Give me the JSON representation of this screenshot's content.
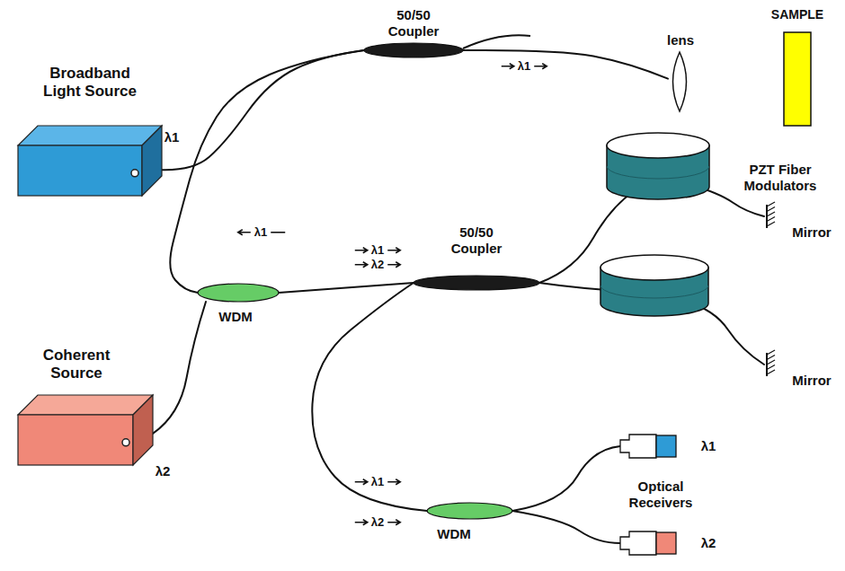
{
  "diagram": {
    "nodes": [
      {
        "text": [
          "Broadband Light Source",
          "λ1"
        ]
      },
      {
        "text": [
          "50/50 Coupler"
        ]
      },
      {
        "text": [
          "lens"
        ]
      },
      {
        "text": [
          "SAMPLE"
        ]
      },
      {
        "text": [
          "WDM"
        ]
      },
      {
        "text": [
          "Coherent Source",
          "λ2"
        ]
      },
      {
        "text": [
          "50/50 Coupler"
        ]
      },
      {
        "text": [
          "Mirror"
        ]
      },
      {
        "text": [
          "Mirror"
        ]
      },
      {
        "text": [
          "WDM"
        ]
      },
      {
        "text": [
          "λ1"
        ]
      },
      {
        "text": [
          "λ2"
        ]
      }
    ],
    "edges": [
      {
        "from": 0,
        "to": 1,
        "arrow": "none"
      },
      {
        "from": 1,
        "to": 2,
        "arrow": "none"
      },
      {
        "from": 1,
        "to": 4,
        "arrow": "none"
      },
      {
        "from": 5,
        "to": 4,
        "arrow": "none"
      },
      {
        "from": 4,
        "to": 6,
        "arrow": "none"
      },
      {
        "from": 6,
        "to": 7,
        "arrow": "none"
      },
      {
        "from": 6,
        "to": 8,
        "arrow": "none"
      },
      {
        "from": 6,
        "to": 9,
        "arrow": "none"
      },
      {
        "from": 9,
        "to": 10,
        "arrow": "none"
      },
      {
        "from": 9,
        "to": 11,
        "arrow": "none"
      }
    ],
    "labels": [
      "λ1",
      "λ1",
      "λ1",
      "λ2",
      "PZT Fiber Modulators",
      "λ1",
      "λ2",
      "Optical Receivers"
    ]
  }
}
